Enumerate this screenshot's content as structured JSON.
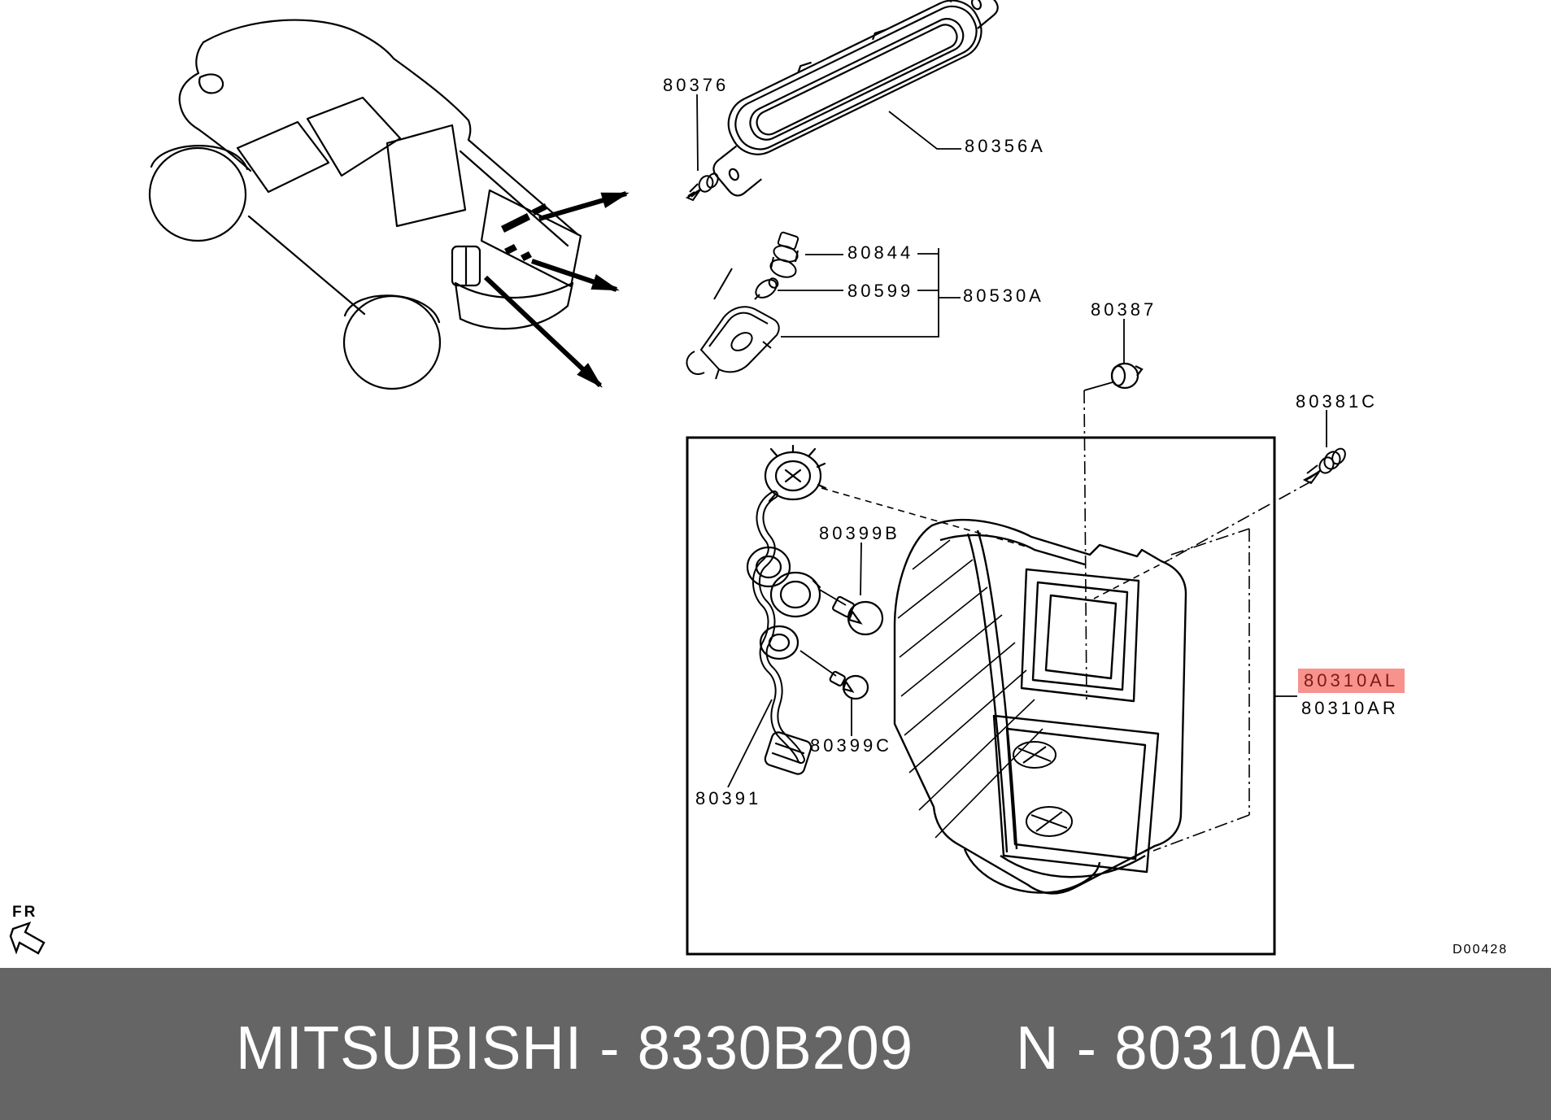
{
  "diagram": {
    "drawing_code": "D00428",
    "orientation_label": "FR",
    "parts": {
      "high_mount_screw": "80376",
      "high_mount_lamp": "80356A",
      "license_lamp_socket": "80844",
      "license_lamp_bulb": "80599",
      "license_lamp_assy": "80530A",
      "grommet": "80387",
      "tapping_screw": "80381C",
      "bulb_b": "80399B",
      "bulb_c": "80399C",
      "wiring_harness": "80391",
      "tail_lamp_lh": "80310AL",
      "tail_lamp_rh": "80310AR"
    },
    "selected_part": "80310AL"
  },
  "footer": {
    "left": "MITSUBISHI - 8330B209",
    "right": "N - 80310AL"
  },
  "colors": {
    "highlight_bg": "#f7928d",
    "highlight_text": "#7c1a12",
    "banner_bg": "#656565",
    "banner_text": "#ffffff",
    "line": "#000000"
  }
}
